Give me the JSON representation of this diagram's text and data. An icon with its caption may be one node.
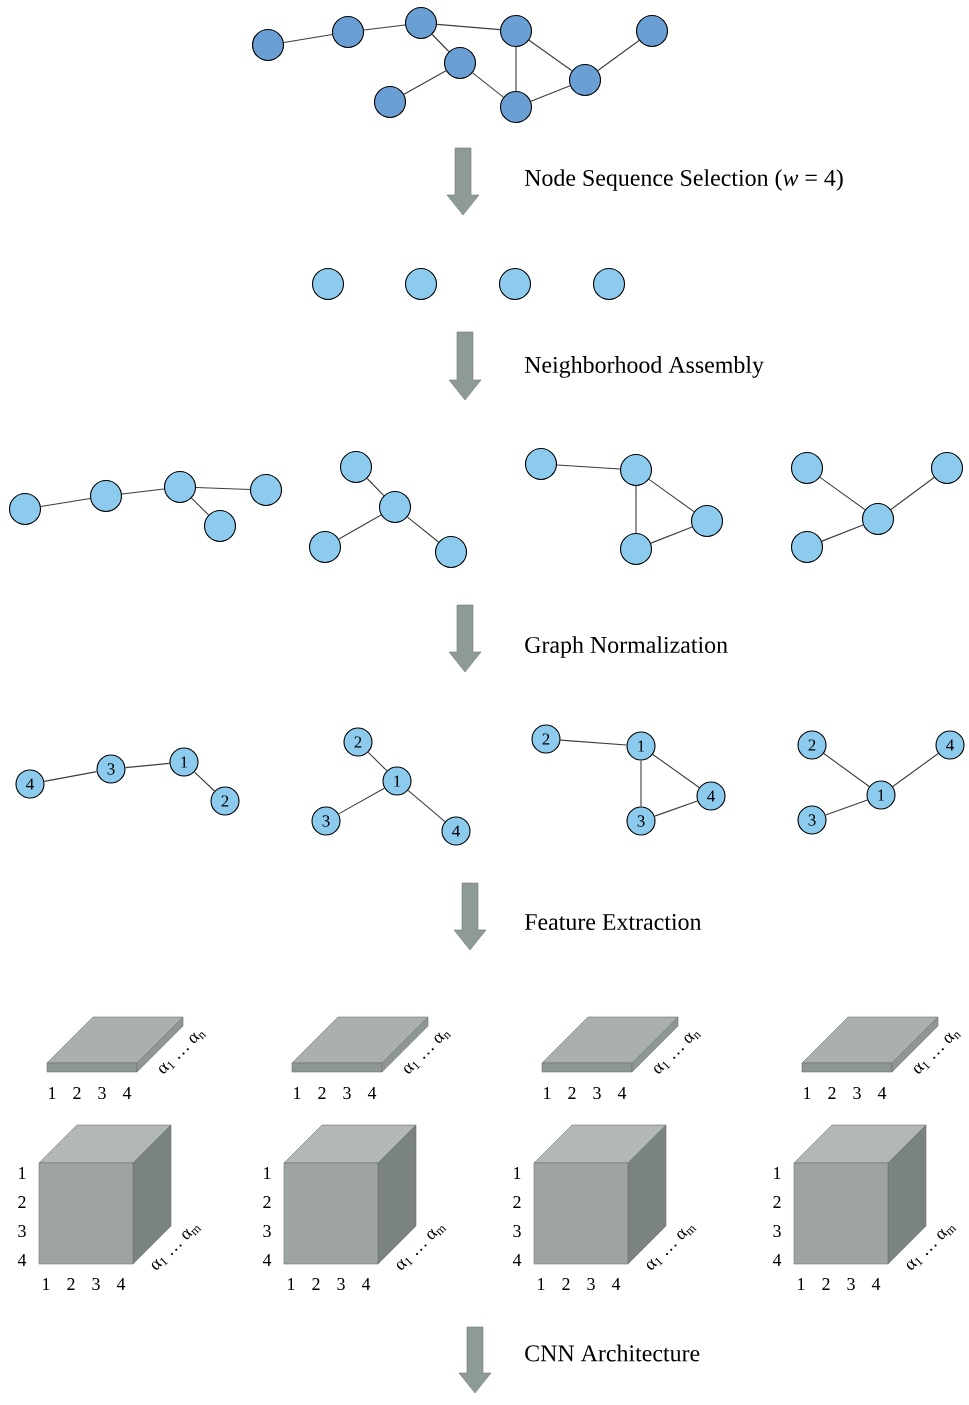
{
  "diagram": {
    "nodes": [
      {
        "text": [],
        "shape": "circle"
      },
      {
        "text": [],
        "shape": "circle"
      },
      {
        "text": [],
        "shape": "circle"
      },
      {
        "text": [],
        "shape": "circle"
      },
      {
        "text": [],
        "shape": "circle"
      },
      {
        "text": [],
        "shape": "circle"
      },
      {
        "text": [],
        "shape": "circle"
      },
      {
        "text": [],
        "shape": "circle"
      },
      {
        "text": [],
        "shape": "circle"
      },
      {
        "text": [],
        "shape": "circle"
      },
      {
        "text": [],
        "shape": "circle"
      },
      {
        "text": [],
        "shape": "circle"
      },
      {
        "text": [],
        "shape": "circle"
      },
      {
        "text": [],
        "shape": "circle"
      },
      {
        "text": [],
        "shape": "circle"
      },
      {
        "text": [],
        "shape": "circle"
      },
      {
        "text": [],
        "shape": "circle"
      },
      {
        "text": [],
        "shape": "circle"
      },
      {
        "text": [],
        "shape": "circle"
      },
      {
        "text": [],
        "shape": "circle"
      },
      {
        "text": [],
        "shape": "circle"
      },
      {
        "text": [],
        "shape": "circle"
      },
      {
        "text": [],
        "shape": "circle"
      },
      {
        "text": [],
        "shape": "circle"
      },
      {
        "text": [],
        "shape": "circle"
      },
      {
        "text": [],
        "shape": "circle"
      },
      {
        "text": [],
        "shape": "circle"
      },
      {
        "text": [],
        "shape": "circle"
      },
      {
        "text": [],
        "shape": "circle"
      },
      {
        "text": [],
        "shape": "circle"
      },
      {
        "text": [
          "4"
        ]
      },
      {
        "text": [
          "3"
        ]
      },
      {
        "text": [
          "1"
        ]
      },
      {
        "text": [
          "2"
        ]
      },
      {
        "text": [
          "3"
        ]
      },
      {
        "text": [
          "2"
        ]
      },
      {
        "text": [
          "1"
        ]
      },
      {
        "text": [
          "4"
        ]
      },
      {
        "text": [
          "2"
        ]
      },
      {
        "text": [
          "1"
        ]
      },
      {
        "text": [
          "3"
        ]
      },
      {
        "text": [
          "4"
        ]
      },
      {
        "text": [
          "2"
        ]
      },
      {
        "text": [
          "3"
        ]
      },
      {
        "text": [
          "1"
        ]
      },
      {
        "text": [
          "4"
        ]
      }
    ],
    "edges": [
      {
        "from": 0,
        "to": 1,
        "arrow": "none"
      },
      {
        "from": 1,
        "to": 3,
        "arrow": "none"
      },
      {
        "from": 3,
        "to": 5,
        "arrow": "none"
      },
      {
        "from": 3,
        "to": 4,
        "arrow": "none"
      },
      {
        "from": 4,
        "to": 2,
        "arrow": "none"
      },
      {
        "from": 4,
        "to": 6,
        "arrow": "none"
      },
      {
        "from": 5,
        "to": 6,
        "arrow": "none"
      },
      {
        "from": 5,
        "to": 7,
        "arrow": "none"
      },
      {
        "from": 6,
        "to": 7,
        "arrow": "none"
      },
      {
        "from": 7,
        "to": 8,
        "arrow": "none"
      },
      {
        "from": 13,
        "to": 14,
        "arrow": "none"
      },
      {
        "from": 14,
        "to": 15,
        "arrow": "none"
      },
      {
        "from": 15,
        "to": 17,
        "arrow": "none"
      },
      {
        "from": 15,
        "to": 16,
        "arrow": "none"
      },
      {
        "from": 20,
        "to": 19,
        "arrow": "none"
      },
      {
        "from": 20,
        "to": 18,
        "arrow": "none"
      },
      {
        "from": 20,
        "to": 21,
        "arrow": "none"
      },
      {
        "from": 22,
        "to": 23,
        "arrow": "none"
      },
      {
        "from": 23,
        "to": 24,
        "arrow": "none"
      },
      {
        "from": 23,
        "to": 25,
        "arrow": "none"
      },
      {
        "from": 24,
        "to": 25,
        "arrow": "none"
      },
      {
        "from": 28,
        "to": 26,
        "arrow": "none"
      },
      {
        "from": 28,
        "to": 27,
        "arrow": "none"
      },
      {
        "from": 28,
        "to": 29,
        "arrow": "none"
      },
      {
        "from": 30,
        "to": 31,
        "arrow": "none"
      },
      {
        "from": 31,
        "to": 32,
        "arrow": "none"
      },
      {
        "from": 32,
        "to": 33,
        "arrow": "none"
      },
      {
        "from": 36,
        "to": 35,
        "arrow": "none"
      },
      {
        "from": 36,
        "to": 34,
        "arrow": "none"
      },
      {
        "from": 36,
        "to": 37,
        "arrow": "none"
      },
      {
        "from": 38,
        "to": 39,
        "arrow": "none"
      },
      {
        "from": 39,
        "to": 41,
        "arrow": "none"
      },
      {
        "from": 39,
        "to": 40,
        "arrow": "none"
      },
      {
        "from": 40,
        "to": 41,
        "arrow": "none"
      },
      {
        "from": 42,
        "to": 44,
        "arrow": "none"
      },
      {
        "from": 44,
        "to": 45,
        "arrow": "none"
      },
      {
        "from": 43,
        "to": 44,
        "arrow": "none"
      }
    ],
    "labels": [
      "Node Sequence Selection (*w* = 4)",
      "Neighborhood Assembly",
      "Graph Normalization",
      "Feature Extraction",
      "1",
      "2",
      "3",
      "4",
      "α$_{1}$ … α$_{n}$",
      "1",
      "2",
      "3",
      "4",
      "α$_{1}$ … α$_{n}$",
      "1",
      "2",
      "3",
      "4",
      "α$_{1}$ … α$_{n}$",
      "1",
      "2",
      "3",
      "4",
      "α$_{1}$ … α$_{n}$",
      "1",
      "2",
      "3",
      "4",
      "α$_{1}$ … α$_{m}$",
      "1",
      "2",
      "3",
      "4",
      "1",
      "2",
      "3",
      "4",
      "α$_{1}$ … α$_{m}$",
      "1",
      "2",
      "3",
      "4",
      "1",
      "2",
      "3",
      "4",
      "α$_{1}$ … α$_{m}$",
      "1",
      "2",
      "3",
      "4",
      "1",
      "2",
      "3",
      "4",
      "α$_{1}$ … α$_{m}$",
      "1",
      "2",
      "3",
      "4",
      "CNN Architecture"
    ]
  }
}
